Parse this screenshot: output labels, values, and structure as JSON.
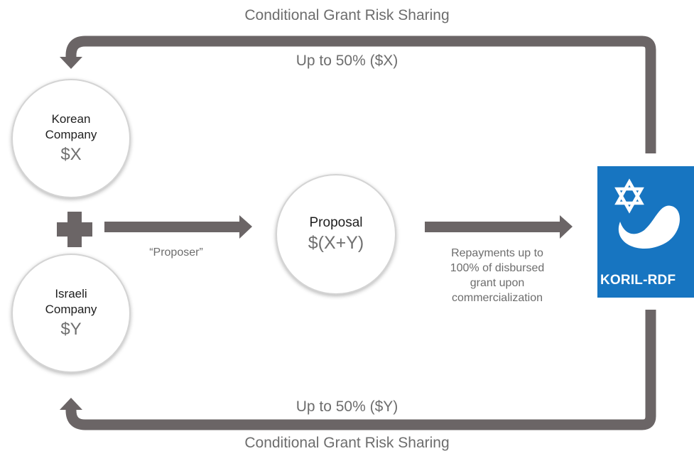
{
  "top": {
    "caption": "Conditional Grant Risk Sharing",
    "flow_label": "Up to 50% ($X)"
  },
  "bottom": {
    "caption": "Conditional Grant Risk Sharing",
    "flow_label": "Up to 50% ($Y)"
  },
  "korean": {
    "name_line1": "Korean",
    "name_line2": "Company",
    "amount": "$X"
  },
  "israeli": {
    "name_line1": "Israeli",
    "name_line2": "Company",
    "amount": "$Y"
  },
  "proposer_label": "“Proposer”",
  "proposal": {
    "name": "Proposal",
    "amount": "$(X+Y)"
  },
  "repayment": {
    "line1": "Repayments up to",
    "line2": "100% of disbursed",
    "line3": "grant upon",
    "line4": "commercialization"
  },
  "logo": {
    "text": "KORIL-RDF",
    "color": "#1775c1",
    "icon": "star-of-david-swoosh-logo"
  },
  "colors": {
    "arrow": "#6b6566",
    "text": "#6d6d6d"
  }
}
